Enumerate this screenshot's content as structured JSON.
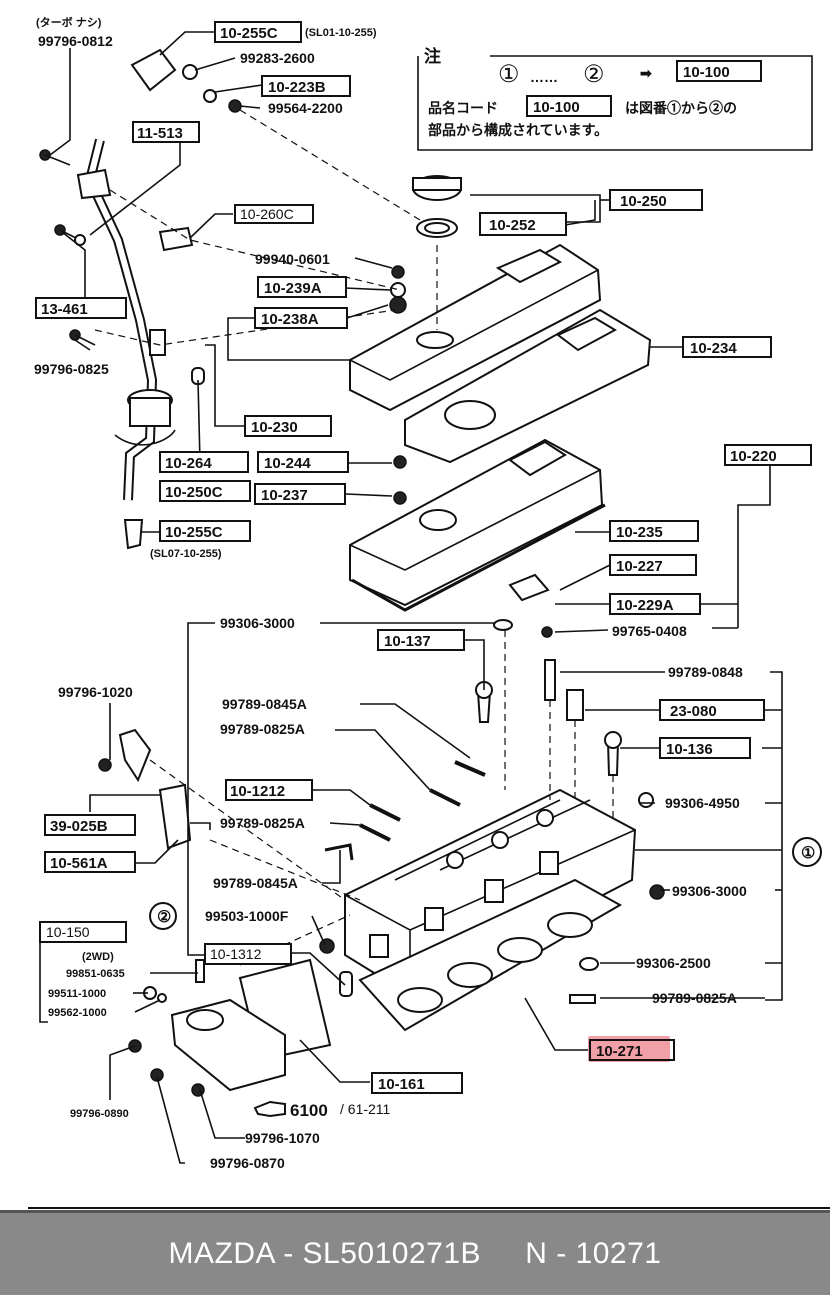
{
  "footer": {
    "text": "MAZDA - SL5010271B     N - 10271"
  },
  "highlight_color": "#f2a0a8",
  "note": {
    "title": "注",
    "row1_start": "①",
    "row1_dots": "……",
    "row1_end": "②",
    "row1_arrow": "➡",
    "row1_box": "10-100",
    "row2_prefix": "品名コード",
    "row2_box": "10-100",
    "row2_text": "は図番①から②の",
    "row3": "部品から構成されています。"
  },
  "labels": {
    "turbo_note": "(ターボ ナシ)",
    "p99796_0812": "99796-0812",
    "b10_255C_top": "10-255C",
    "sl01": "(SL01-10-255)",
    "p99283_2600": "99283-2600",
    "b10_223B": "10-223B",
    "p99564_2200": "99564-2200",
    "b11_513": "11-513",
    "b10_260C": "10-260C",
    "b10_250": "10-250",
    "b10_252": "10-252",
    "p99940_0601": "99940-0601",
    "b10_239A": "10-239A",
    "b10_238A": "10-238A",
    "b13_461": "13-461",
    "b10_234": "10-234",
    "p99796_0825": "99796-0825",
    "b10_230": "10-230",
    "b10_264": "10-264",
    "b10_244": "10-244",
    "b10_220": "10-220",
    "b10_250C": "10-250C",
    "b10_237": "10-237",
    "b10_235": "10-235",
    "b10_255C_bot": "10-255C",
    "sl07": "(SL07-10-255)",
    "b10_227": "10-227",
    "b10_229A": "10-229A",
    "p99765_0408": "99765-0408",
    "p99306_3000_top": "99306-3000",
    "b10_137": "10-137",
    "p99789_0848": "99789-0848",
    "p99796_1020": "99796-1020",
    "p99789_0845A_1": "99789-0845A",
    "b23_080": "23-080",
    "p99789_0825A_1": "99789-0825A",
    "b10_136": "10-136",
    "b10_1212": "10-1212",
    "p99306_4950": "99306-4950",
    "b39_025B": "39-025B",
    "p99789_0825A_2": "99789-0825A",
    "circle1": "①",
    "b10_561A": "10-561A",
    "p99789_0845A_2": "99789-0845A",
    "p99306_3000_bot": "99306-3000",
    "circle2": "②",
    "p99503_1000F": "99503-1000F",
    "b10_150": "10-150",
    "b10_1312": "10-1312",
    "twowd": "(2WD)",
    "p99306_2500": "99306-2500",
    "p99851_0635": "99851-0635",
    "p99511_1000": "99511-1000",
    "p99789_0825A_3": "99789-0825A",
    "p99562_1000": "99562-1000",
    "b10_271": "10-271",
    "b10_161": "10-161",
    "p99796_0890": "99796-0890",
    "ref_6100": "6100",
    "ref_61211": "/ 61-211",
    "p99796_1070": "99796-1070",
    "p99796_0870": "99796-0870"
  }
}
